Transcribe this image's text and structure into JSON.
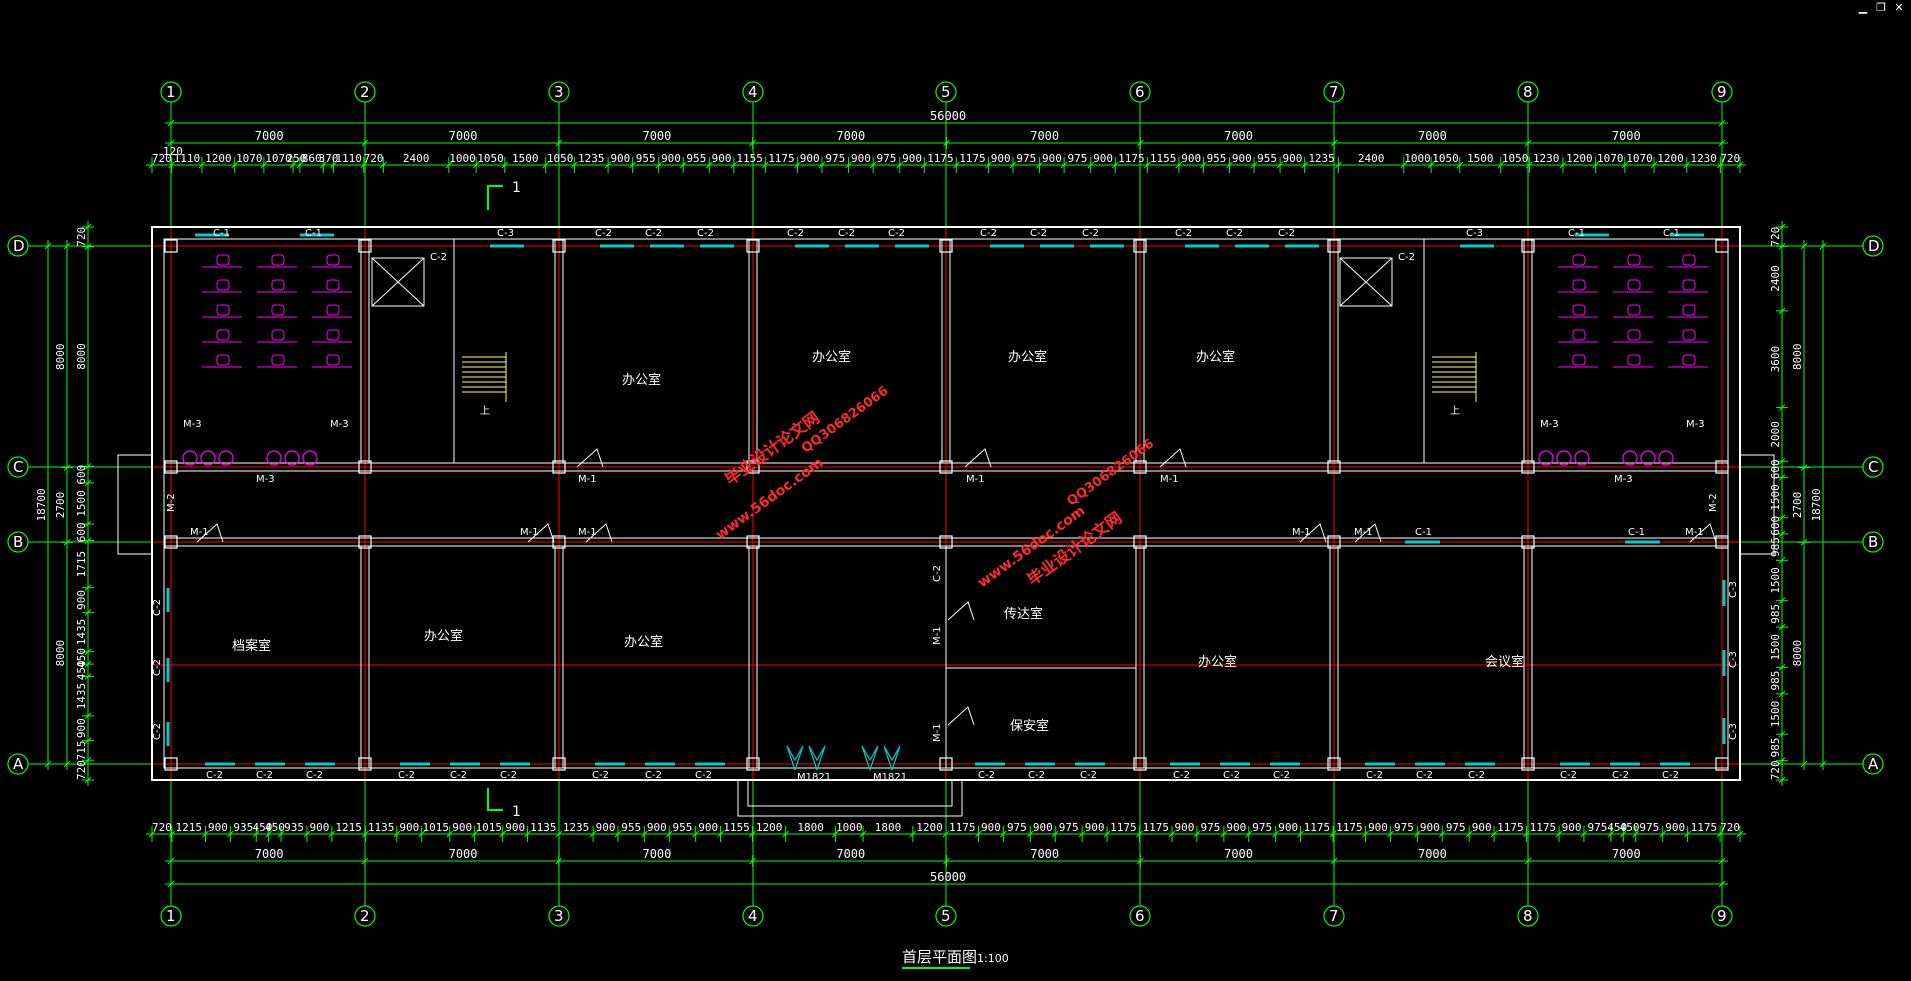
{
  "window_controls": {
    "minimize": "▁",
    "restore": "❐",
    "close": "✕"
  },
  "colors": {
    "background": "#000000",
    "dimension": "#00ff00",
    "axis_line": "#ff0000",
    "wall": "#ffffff",
    "window": "#00cccc",
    "fixture": "#ff00ff",
    "stair": "#ffff66",
    "watermark": "#ff2a2a"
  },
  "axes_h": [
    "1",
    "2",
    "3",
    "4",
    "5",
    "6",
    "7",
    "8",
    "9"
  ],
  "axes_v": [
    "D",
    "C",
    "B",
    "A"
  ],
  "total_length": "56000",
  "bay_dims": [
    "7000",
    "7000",
    "7000",
    "7000",
    "7000",
    "7000",
    "7000",
    "7000"
  ],
  "top_detail_dims": [
    "720",
    "1110",
    "1200",
    "1070",
    "1070",
    "250",
    "860",
    "370",
    "1110",
    "720",
    "2400",
    "1000",
    "1050",
    "1500",
    "1050",
    "1235",
    "900",
    "955",
    "900",
    "955",
    "900",
    "1155",
    "1175",
    "900",
    "975",
    "900",
    "975",
    "900",
    "1175",
    "1175",
    "900",
    "975",
    "900",
    "975",
    "900",
    "1175",
    "1155",
    "900",
    "955",
    "900",
    "955",
    "900",
    "1235",
    "2400",
    "1000",
    "1050",
    "1500",
    "1050",
    "1230",
    "1200",
    "1070",
    "1070",
    "1200",
    "1230",
    "720"
  ],
  "bottom_detail_dims": [
    "720",
    "1215",
    "900",
    "935",
    "450",
    "450",
    "935",
    "900",
    "1215",
    "1135",
    "900",
    "1015",
    "900",
    "1015",
    "900",
    "1135",
    "1235",
    "900",
    "955",
    "900",
    "955",
    "900",
    "1155",
    "1200",
    "1800",
    "1000",
    "1800",
    "1200",
    "1175",
    "900",
    "975",
    "900",
    "975",
    "900",
    "1175",
    "1175",
    "900",
    "975",
    "900",
    "975",
    "900",
    "1175",
    "1175",
    "900",
    "975",
    "900",
    "975",
    "900",
    "1175",
    "1175",
    "900",
    "975",
    "450",
    "450",
    "975",
    "900",
    "1175",
    "720"
  ],
  "top_offset": "120",
  "left_dims": {
    "total": "18700",
    "outer": [
      "8000",
      "2700",
      "8000"
    ],
    "inner": [
      "720",
      "8000",
      "600",
      "1500",
      "600",
      "1715",
      "900",
      "1435",
      "450",
      "450",
      "1435",
      "900",
      "715",
      "720"
    ]
  },
  "right_dims": {
    "total": "18700",
    "outer": [
      "8000",
      "2700",
      "8000"
    ],
    "inner": [
      "720",
      "2400",
      "3600",
      "2000",
      "600",
      "1500",
      "600",
      "985",
      "1500",
      "985",
      "1500",
      "985",
      "1500",
      "985",
      "720"
    ]
  },
  "rooms": [
    {
      "label": "办公室"
    },
    {
      "label": "办公室"
    },
    {
      "label": "办公室"
    },
    {
      "label": "办公室"
    },
    {
      "label": "档案室"
    },
    {
      "label": "办公室"
    },
    {
      "label": "办公室"
    },
    {
      "label": "传达室"
    },
    {
      "label": "保安室"
    },
    {
      "label": "办公室"
    },
    {
      "label": "会议室"
    }
  ],
  "stair_label": "上",
  "section_mark": "1",
  "tags": {
    "c1": "C-1",
    "c2": "C-2",
    "c3": "C-3",
    "m1": "M-1",
    "m2": "M-2",
    "m3": "M-3",
    "m1821": "M1821"
  },
  "watermarks": {
    "site": "www.56doc.com",
    "qq": "QQ306826066",
    "name": "毕业设计论文网"
  },
  "title": "首层平面图",
  "scale": "1:100"
}
